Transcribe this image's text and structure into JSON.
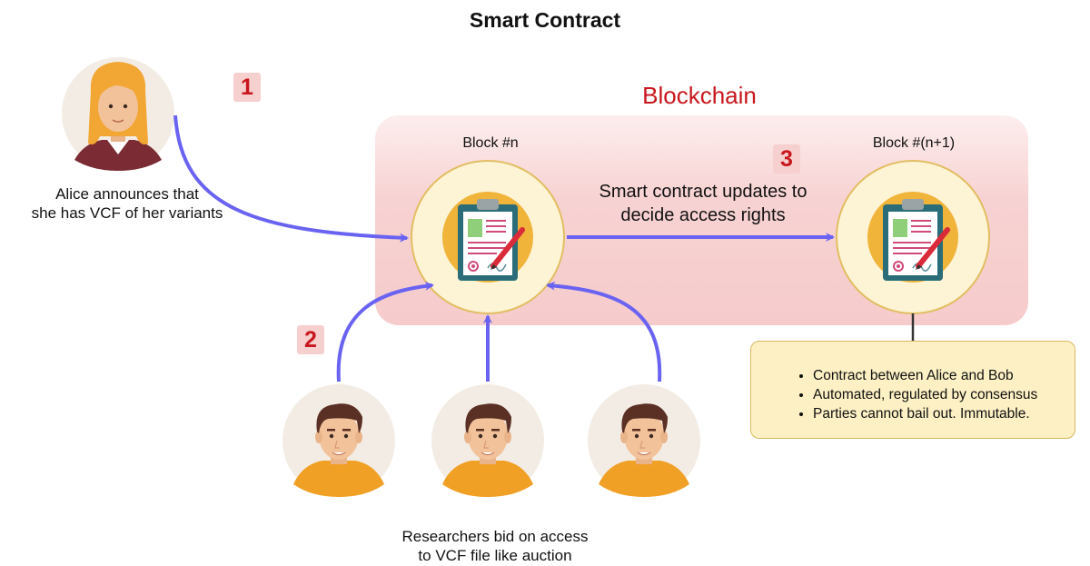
{
  "title": "Smart Contract",
  "blockchain_label": "Blockchain",
  "blocks": [
    {
      "label": "Block #n"
    },
    {
      "label": "Block #(n+1)"
    }
  ],
  "steps": [
    {
      "number": "1"
    },
    {
      "number": "2"
    },
    {
      "number": "3"
    }
  ],
  "alice_caption": [
    "Alice announces that",
    "she has VCF of her variants"
  ],
  "update_caption": [
    "Smart contract updates to",
    "decide access rights"
  ],
  "researchers_caption": [
    "Researchers bid on access",
    "to VCF file like auction"
  ],
  "contract_notes": [
    "Contract between Alice and Bob",
    "Automated, regulated by consensus",
    "Parties cannot bail out. Immutable."
  ],
  "colors": {
    "arrow": "#6a63f2",
    "accent_red": "#c8161d",
    "chain_fill": "#f6cbcb",
    "note_fill": "#fdf0c4"
  }
}
